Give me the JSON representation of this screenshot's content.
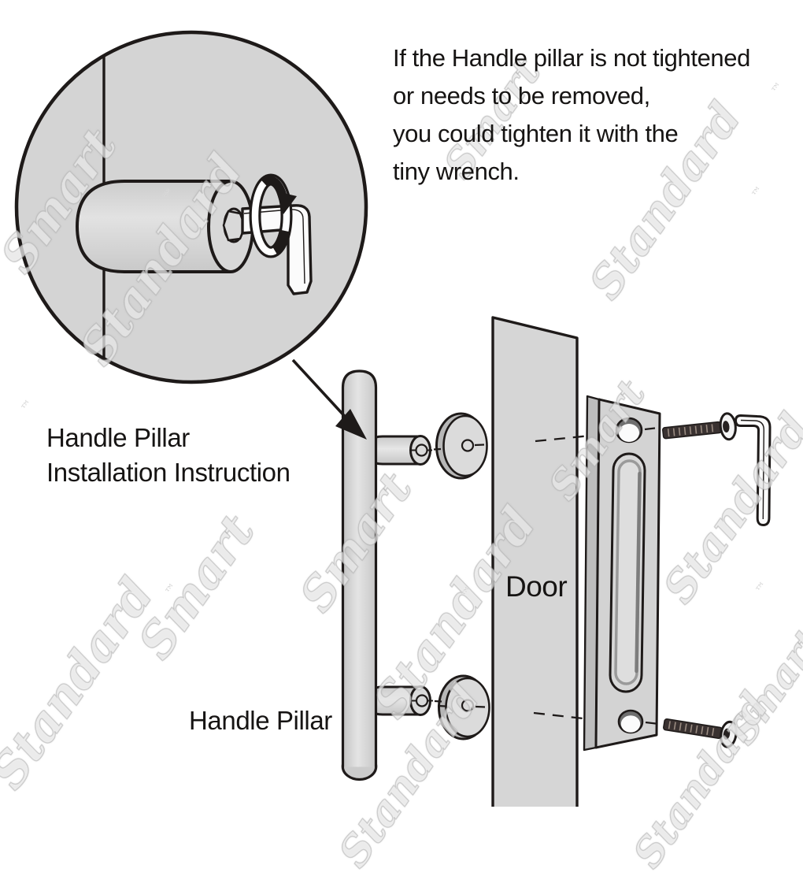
{
  "instruction_note": {
    "lines": [
      "If the Handle pillar is not tightened",
      "or needs to be removed,",
      "you could tighten it with the",
      "tiny wrench."
    ]
  },
  "caption": {
    "line1": "Handle Pillar",
    "line2": "Installation Instruction"
  },
  "labels": {
    "handle_pillar": "Handle Pillar",
    "door": "Door"
  },
  "watermark": {
    "tm": "™",
    "instances": [
      "Smart",
      "Standard",
      "Smart",
      "Standard",
      "Smart",
      "Standard",
      "Smart",
      "Standard",
      "Smart",
      "Standard",
      "Standard",
      "Smart",
      "Standard"
    ]
  },
  "colors": {
    "background": "#ffffff",
    "line": "#1e1a19",
    "light_gray_fill": "#d5d5d5",
    "disc_rim_gray": "#b7b7b7",
    "plate_side_gray": "#bdbdbd",
    "screw_dark": "#3a3231",
    "watermark_gray": "#e3e3e3"
  }
}
